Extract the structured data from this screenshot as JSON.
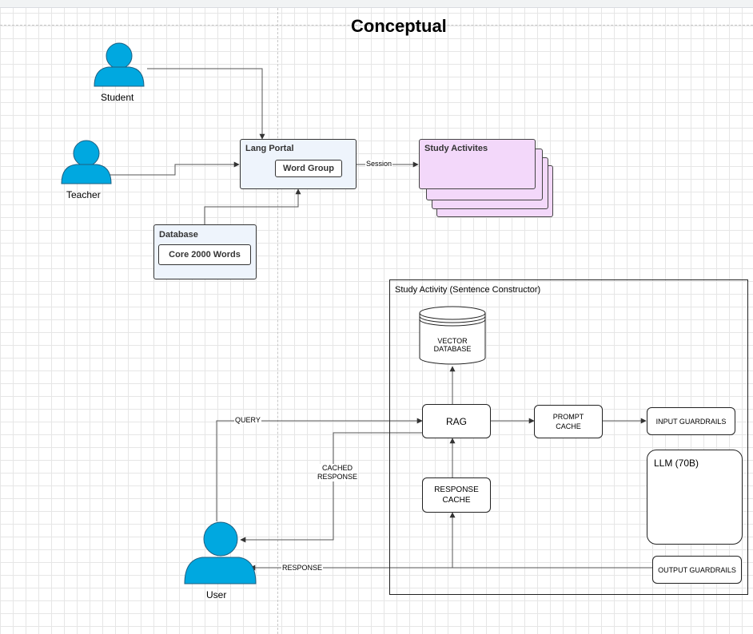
{
  "title": "Conceptual",
  "actors": {
    "student": "Student",
    "teacher": "Teacher",
    "user": "User"
  },
  "lang_portal": {
    "title": "Lang Portal",
    "inner": "Word Group"
  },
  "database": {
    "title": "Database",
    "inner": "Core 2000 Words"
  },
  "study_activities": {
    "title": "Study Activites"
  },
  "edges": {
    "session": "Session",
    "query": "QUERY",
    "cached_response": "CACHED\nRESPONSE",
    "response": "RESPONSE"
  },
  "study_activity": {
    "title": "Study Activity (Sentence Constructor)",
    "vector_db": "VECTOR\nDATABASE",
    "rag": "RAG",
    "prompt_cache": "PROMPT\nCACHE",
    "response_cache": "RESPONSE\nCACHE",
    "input_guardrails": "INPUT GUARDRAILS",
    "output_guardrails": "OUTPUT GUARDRAILS",
    "llm": "LLM (70B)"
  },
  "colors": {
    "actor": "#00a8e0",
    "blue_box": "#eef4fc",
    "purple_box": "#f3d8fa",
    "line": "#555555"
  }
}
